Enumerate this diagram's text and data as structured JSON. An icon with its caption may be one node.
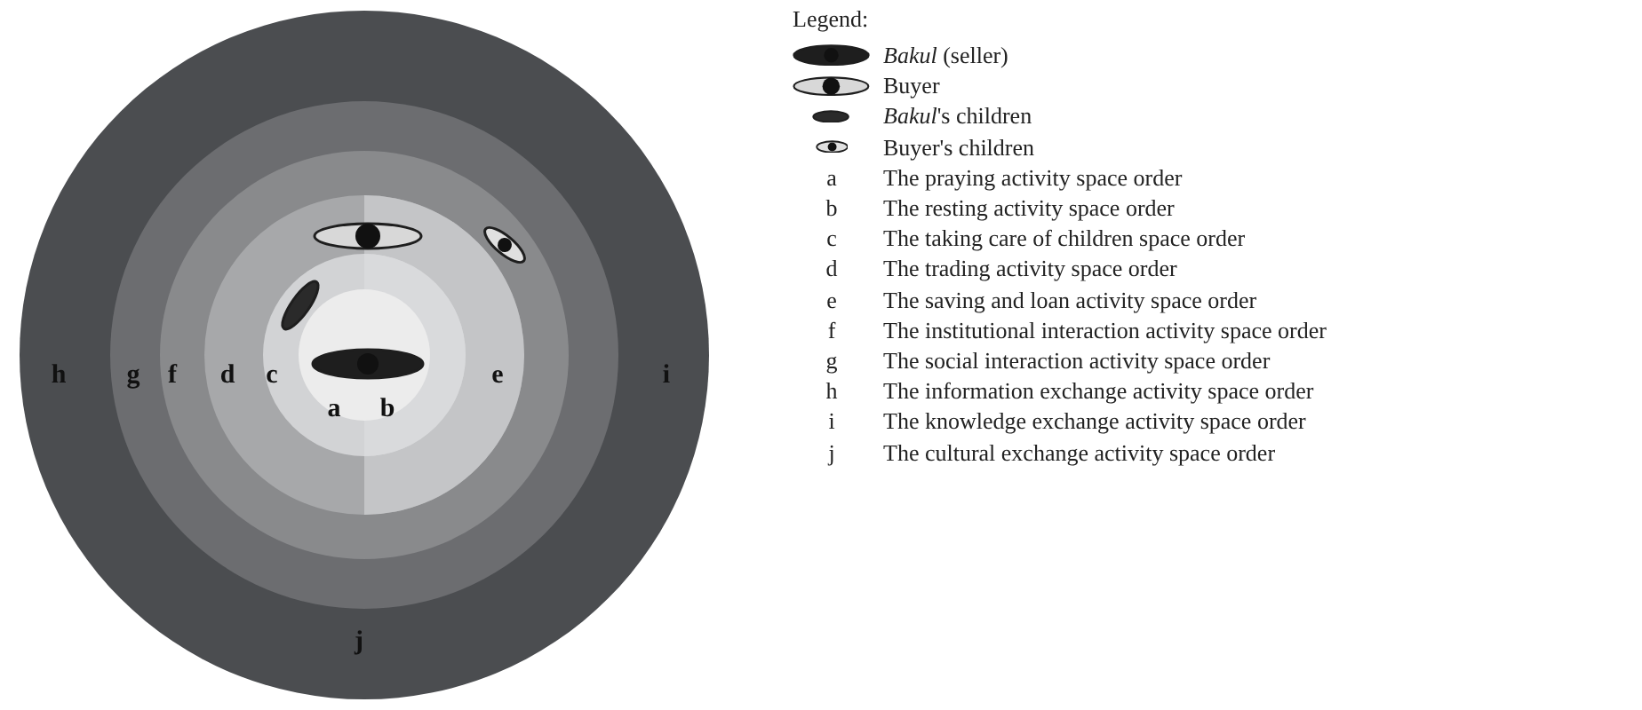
{
  "diagram": {
    "labels": [
      "h",
      "g",
      "f",
      "d",
      "c",
      "e",
      "i",
      "a",
      "b",
      "j",
      "Legend:",
      "a",
      "b",
      "c",
      "d",
      "e",
      "f",
      "g",
      "h",
      "i",
      "j"
    ],
    "legend": [
      {
        "text": "*Bakul* (seller)"
      },
      {
        "text": "Buyer"
      },
      {
        "text": "*Bakul*'s children"
      },
      {
        "text": "Buyer's children"
      },
      {
        "text": "The praying activity space order"
      },
      {
        "text": "The resting activity space order"
      },
      {
        "text": "The taking care of children space order"
      },
      {
        "text": "The trading activity space order"
      },
      {
        "text": "The saving and loan activity space order"
      },
      {
        "text": "The institutional interaction activity space order"
      },
      {
        "text": "The social interaction activity space order"
      },
      {
        "text": "The information exchange activity space order"
      },
      {
        "text": "The knowledge exchange activity space order"
      },
      {
        "text": "The cultural exchange activity space order"
      }
    ]
  }
}
